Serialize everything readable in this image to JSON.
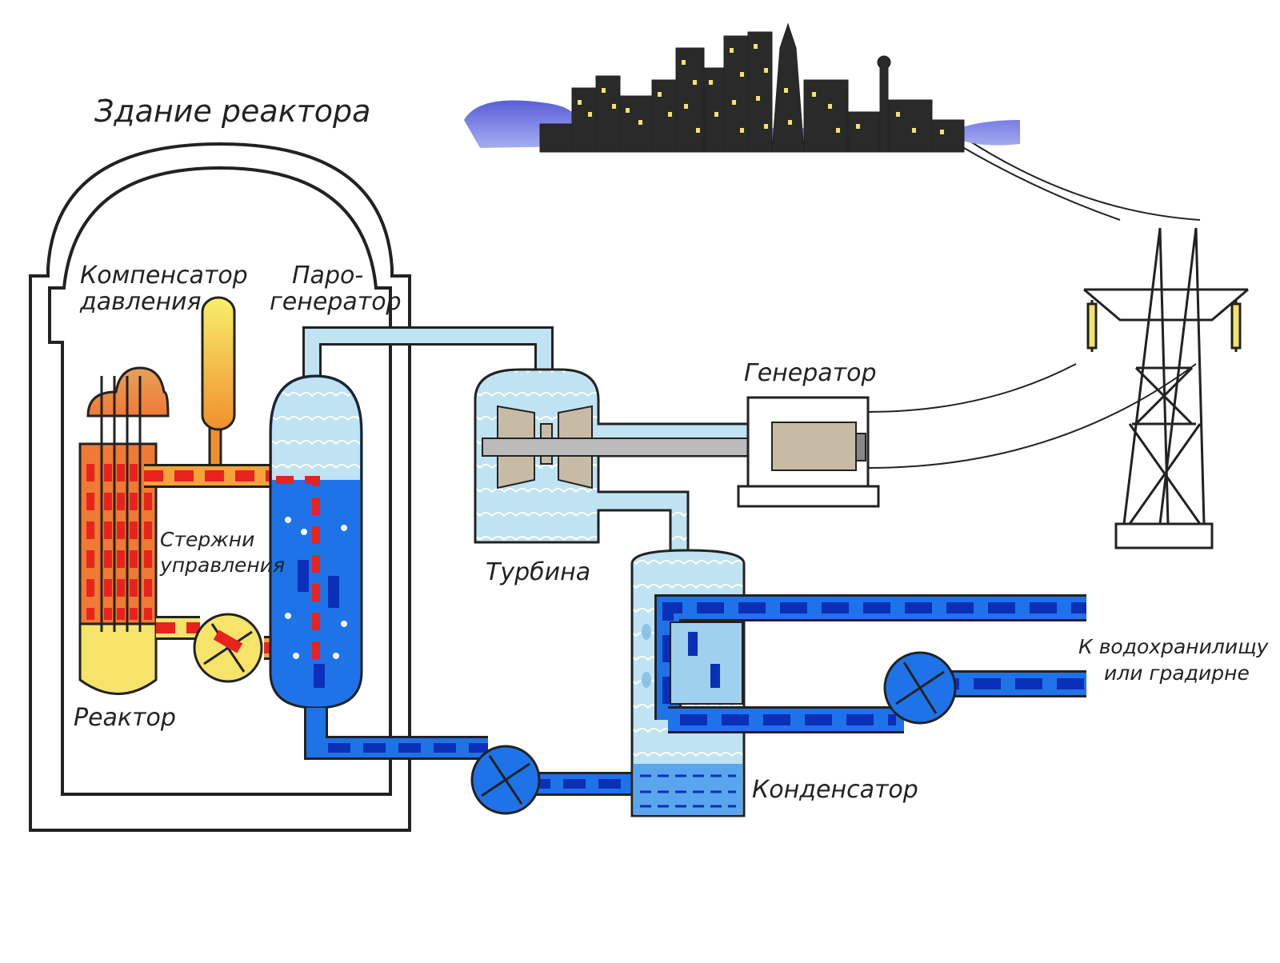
{
  "labels": {
    "reactor_building": "Здание реактора",
    "pressurizer_line1": "Компенсатор",
    "pressurizer_line2": "давления",
    "steam_gen_line1": "Паро-",
    "steam_gen_line2": "генератор",
    "control_rods_line1": "Стержни",
    "control_rods_line2": "управления",
    "reactor": "Реактор",
    "turbine": "Турбина",
    "generator": "Генератор",
    "condenser": "Конденсатор",
    "reservoir_line1": "К водохранилищу",
    "reservoir_line2": "или градирне"
  },
  "colors": {
    "primary_hot": "#e8231d",
    "primary_core": "#f5e36a",
    "secondary_water": "#1e73e8",
    "secondary_dash": "#0a2fb8",
    "steam": "#cfe9f5",
    "city_sky": "#6a6ee0",
    "outline": "#222222"
  },
  "icons": {
    "pump": "pump-icon",
    "city": "city-skyline-icon",
    "tower": "transmission-tower-icon"
  }
}
